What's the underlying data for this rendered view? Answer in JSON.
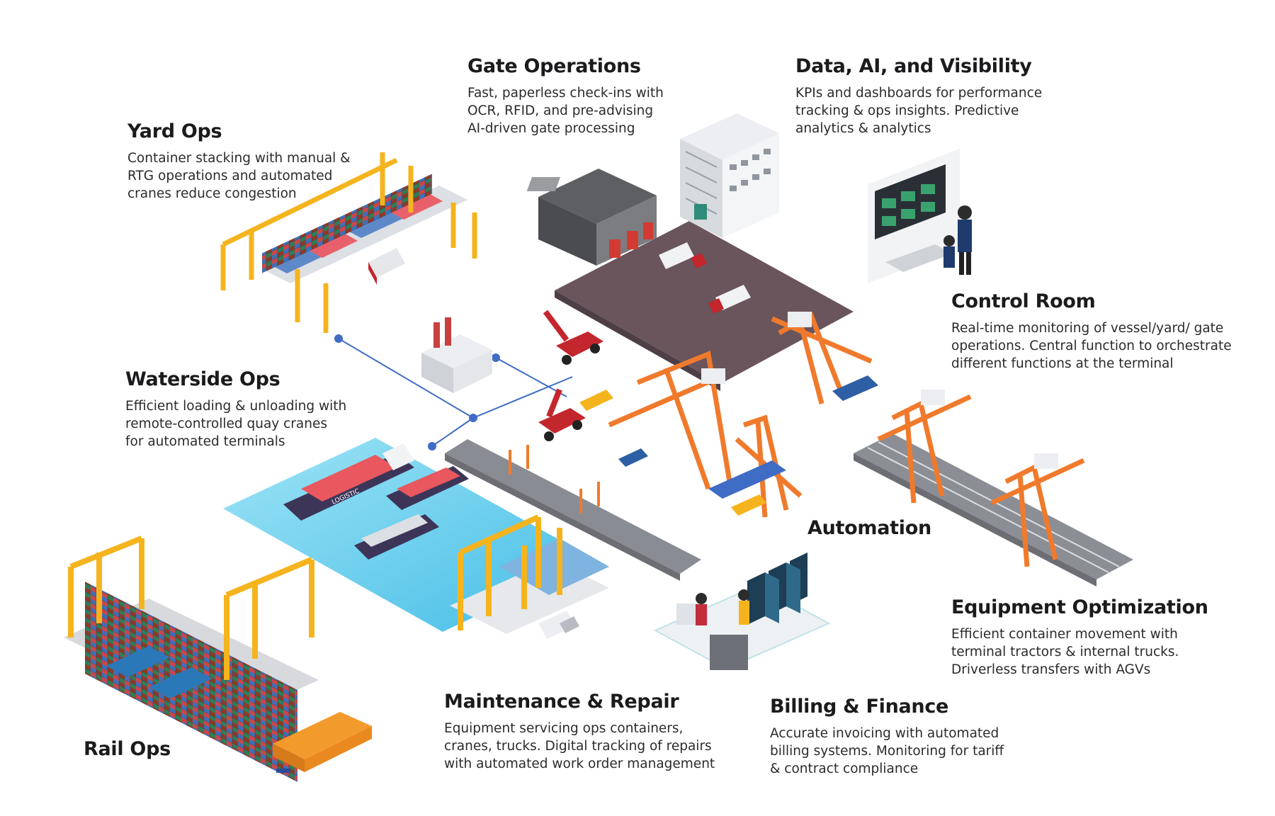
{
  "diagram": {
    "sections": [
      {
        "id": "gate",
        "title": "Gate Operations",
        "text": "Fast, paperless check-ins with\nOCR, RFID, and pre-advising\nAI-driven gate processing"
      },
      {
        "id": "data",
        "title": "Data, AI, and Visibility",
        "text": "KPIs and dashboards for performance\ntracking & ops insights. Predictive\nanalytics & analytics"
      },
      {
        "id": "yard",
        "title": "Yard Ops",
        "text": "Container stacking with manual &\nRTG operations and automated\ncranes reduce congestion"
      },
      {
        "id": "control",
        "title": "Control Room",
        "text": "Real-time monitoring of vessel/yard/ gate\noperations. Central function to orchestrate\ndifferent functions at the terminal"
      },
      {
        "id": "waterside",
        "title": "Waterside Ops",
        "text": "Efficient loading & unloading with\nremote-controlled quay cranes\nfor automated terminals"
      },
      {
        "id": "automation",
        "title": "Automation",
        "text": ""
      },
      {
        "id": "equipment",
        "title": "Equipment Optimization",
        "text": "Efficient container movement with\nterminal tractors & internal trucks.\nDriverless transfers with AGVs"
      },
      {
        "id": "maintenance",
        "title": "Maintenance & Repair",
        "text": "Equipment servicing ops containers,\ncranes, trucks. Digital tracking of repairs\nwith automated work order management"
      },
      {
        "id": "billing",
        "title": "Billing & Finance",
        "text": "Accurate invoicing with automated\nbilling systems. Monitoring for tariff\n& contract compliance"
      },
      {
        "id": "rail",
        "title": "Rail Ops",
        "text": ""
      }
    ],
    "ship_label": "LOGISTIC"
  },
  "colors": {
    "crane_yellow": "#f5b41e",
    "crane_orange": "#f07a2c",
    "yard_plaza": "#6a555d",
    "road_grey": "#8a8c93",
    "water": "#6fd0ee",
    "connector_blue": "#3f6cc4",
    "container_red": "#e8585e",
    "container_blue": "#5b93d3"
  }
}
